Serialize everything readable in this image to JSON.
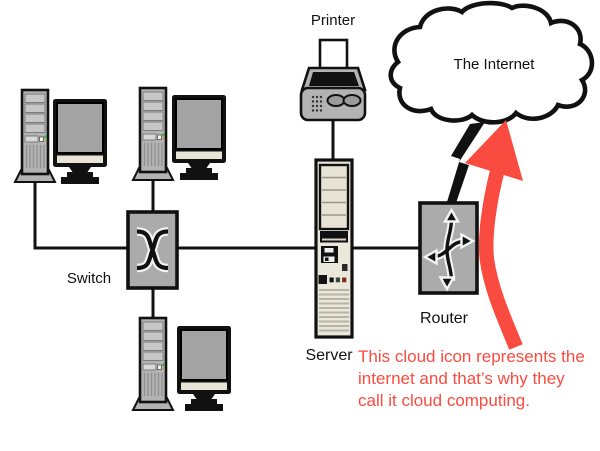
{
  "diagram": {
    "type": "network-topology-diagram",
    "labels": {
      "printer": "Printer",
      "switch": "Switch",
      "server": "Server",
      "router": "Router",
      "internet": "The Internet"
    },
    "annotation": {
      "color": "#f94b3f",
      "lines": [
        "This cloud icon represents the",
        "internet and that’s why they",
        "call it cloud computing."
      ]
    },
    "icons": [
      "workstation-tower-icon",
      "monitor-icon",
      "switch-icon",
      "printer-icon",
      "server-icon",
      "router-icon",
      "internet-cloud-icon",
      "lightning-bolt-icon",
      "red-arrow-icon"
    ],
    "colors": {
      "outline": "#111111",
      "device_gray": "#ababab",
      "tower_gray": "#b3b3b3",
      "screen_gray": "#a3a3a3",
      "server_beige": "#eae7db",
      "strip_beige": "#e8e5d6",
      "red_accent": "#f94b3f",
      "background": "#ffffff"
    }
  }
}
